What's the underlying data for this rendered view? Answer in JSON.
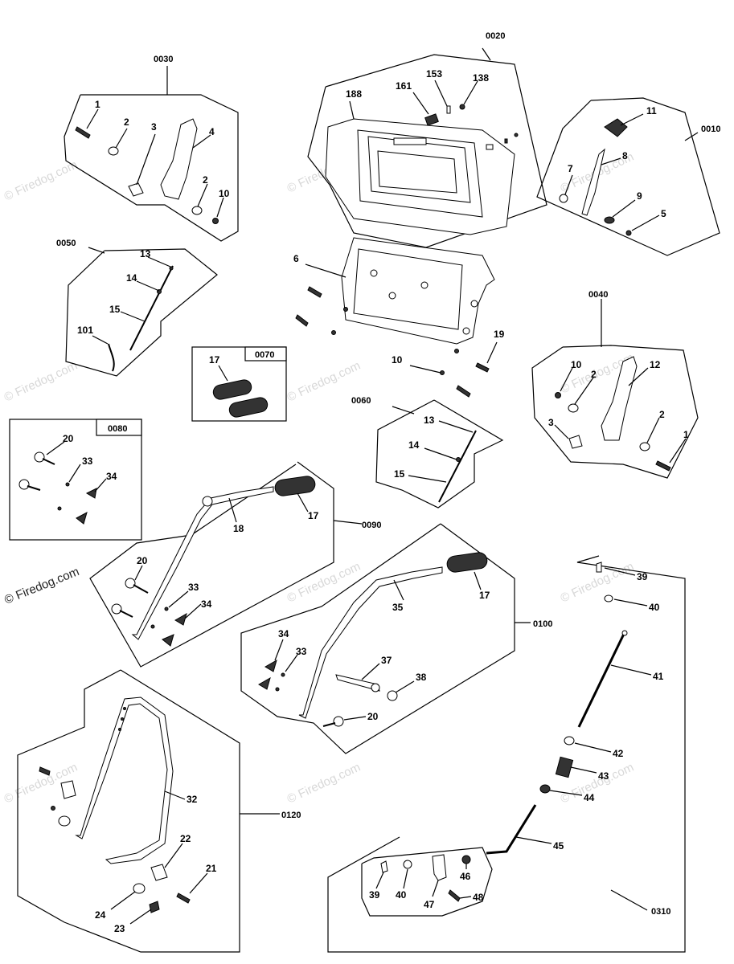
{
  "watermark": {
    "text": "© Firedog.com"
  },
  "groups": {
    "g0010": "0010",
    "g0020": "0020",
    "g0030": "0030",
    "g0040": "0040",
    "g0050": "0050",
    "g0060": "0060",
    "g0070": "0070",
    "g0080": "0080",
    "g0090": "0090",
    "g0100": "0100",
    "g0120": "0120",
    "g0310": "0310"
  },
  "parts": {
    "p1": "1",
    "p2": "2",
    "p3": "3",
    "p4": "4",
    "p5": "5",
    "p6": "6",
    "p7": "7",
    "p8": "8",
    "p9": "9",
    "p10": "10",
    "p11": "11",
    "p12": "12",
    "p13": "13",
    "p14": "14",
    "p15": "15",
    "p17": "17",
    "p18": "18",
    "p19": "19",
    "p20": "20",
    "p21": "21",
    "p22": "22",
    "p23": "23",
    "p24": "24",
    "p32": "32",
    "p33": "33",
    "p34": "34",
    "p35": "35",
    "p37": "37",
    "p38": "38",
    "p39": "39",
    "p40": "40",
    "p41": "41",
    "p42": "42",
    "p43": "43",
    "p44": "44",
    "p45": "45",
    "p46": "46",
    "p47": "47",
    "p48": "48",
    "p101": "101",
    "p138": "138",
    "p153": "153",
    "p161": "161",
    "p188": "188"
  }
}
